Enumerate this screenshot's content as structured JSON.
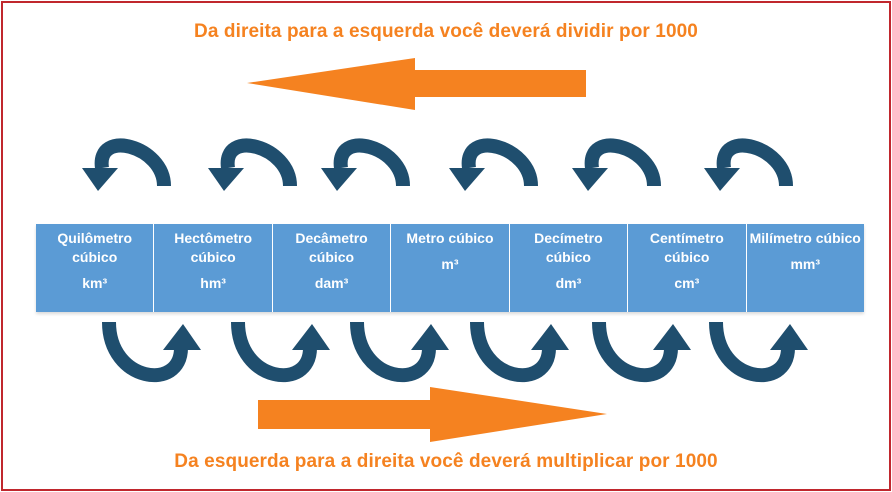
{
  "top_caption": "Da direita para a esquerda você deverá dividir por 1000",
  "bottom_caption": "Da esquerda para a direita você deverá multiplicar por 1000",
  "colors": {
    "accent_orange": "#f58220",
    "arrow_navy": "#1f4e6e",
    "cell_blue": "#5b9bd5",
    "frame_red": "#c0272d"
  },
  "units": [
    {
      "name": "Quilômetro cúbico",
      "symbol": "km³"
    },
    {
      "name": "Hectômetro cúbico",
      "symbol": "hm³"
    },
    {
      "name": "Decâmetro cúbico",
      "symbol": "dam³"
    },
    {
      "name": "Metro cúbico",
      "symbol": "m³"
    },
    {
      "name": "Decímetro cúbico",
      "symbol": "dm³"
    },
    {
      "name": "Centímetro cúbico",
      "symbol": "cm³"
    },
    {
      "name": "Milímetro cúbico",
      "symbol": "mm³"
    }
  ],
  "icons": {
    "top_arrow": "orange-left-arrow-icon",
    "bottom_arrow": "orange-right-arrow-icon",
    "curved_top": "curved-arrow-left-icon",
    "curved_bottom": "curved-arrow-right-icon"
  }
}
